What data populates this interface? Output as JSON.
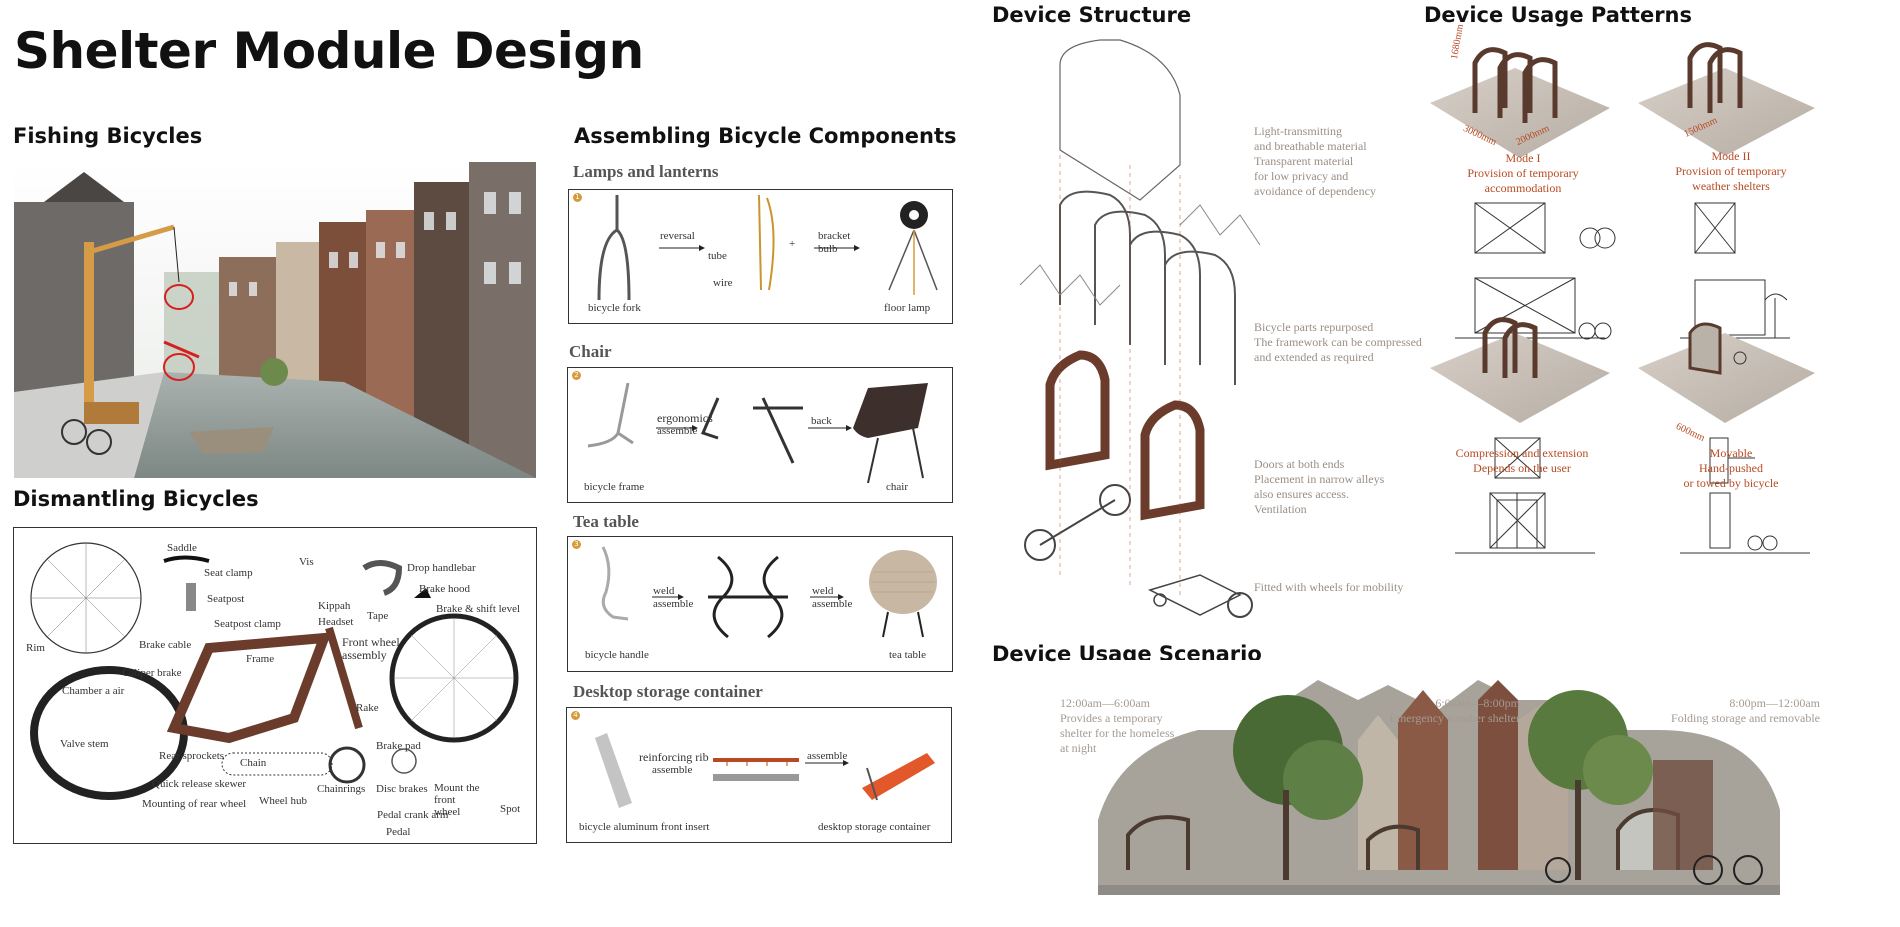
{
  "title": "Shelter Module Design",
  "sections": {
    "fishing": "Fishing Bicycles",
    "dismantling": "Dismantling Bicycles",
    "assembling": "Assembling Bicycle Components",
    "structure": "Device Structure",
    "usage": "Device Usage Patterns",
    "scenario": "Device Usage Scenario"
  },
  "dismantle_labels": {
    "saddle": "Saddle",
    "seat_clamp": "Seat clamp",
    "seatpost": "Seatpost",
    "seatpost_clamp": "Seatpost clamp",
    "vis": "Vis",
    "kippah": "Kippah",
    "headset": "Headset",
    "drop_handlebar": "Drop handlebar",
    "brake_hood": "Brake hood",
    "brake_shift": "Brake & shift level",
    "tape": "Tape",
    "front_wheel": "Front wheel assembly",
    "rim": "Rim",
    "brake_cable": "Brake cable",
    "frame": "Frame",
    "caliper_brake": "Caliper brake",
    "chamber": "Chamber a air",
    "valve": "Valve stem",
    "rake": "Rake",
    "rear_sprockets": "Rear sprockets",
    "chain": "Chain",
    "brake_pad": "Brake pad",
    "quick_release": "Quick release skewer",
    "chainrings": "Chainrings",
    "disc_brakes": "Disc brakes",
    "mount_front": "Mount the front wheel",
    "mount_rear": "Mounting of rear wheel",
    "wheel_hub": "Wheel hub",
    "pedal_crank": "Pedal crank arm",
    "pedal": "Pedal",
    "spot": "Spot"
  },
  "assembly": {
    "lamps": {
      "title": "Lamps and lanterns",
      "num": "1",
      "item": "bicycle fork",
      "step1": "reversal",
      "tube": "tube",
      "wire": "wire",
      "plus": "+",
      "step2a": "bracket",
      "step2b": "bulb",
      "result": "floor lamp"
    },
    "chair": {
      "title": "Chair",
      "num": "2",
      "item": "bicycle frame",
      "step1a": "ergonomics",
      "step1b": "assemble",
      "step2": "back",
      "result": "chair"
    },
    "table": {
      "title": "Tea table",
      "num": "3",
      "item": "bicycle handle",
      "step1a": "weld",
      "step1b": "assemble",
      "step2a": "weld",
      "step2b": "assemble",
      "result": "tea table"
    },
    "storage": {
      "title": "Desktop storage container",
      "num": "4",
      "item": "bicycle aluminum front insert",
      "step1a": "reinforcing rib",
      "step1b": "assemble",
      "step2": "assemble",
      "result": "desktop storage container"
    }
  },
  "structure_notes": {
    "n1": [
      "Light-transmitting",
      "and breathable material",
      "Transparent material",
      "for low privacy and",
      "avoidance of dependency"
    ],
    "n2": [
      "Bicycle parts repurposed",
      "The framework can be compressed",
      "and extended as required"
    ],
    "n3": [
      "Doors at both ends",
      "Placement in narrow alleys",
      "also ensures access.",
      "Ventilation"
    ],
    "n4": [
      "Fitted with wheels for mobility"
    ]
  },
  "usage": {
    "dims": {
      "h": "1680mm",
      "w": "3000mm",
      "d": "2000mm",
      "w2": "1500mm",
      "d2": "600mm"
    },
    "mode1": [
      "Mode I",
      "Provision of temporary",
      "accommodation"
    ],
    "mode2": [
      "Mode II",
      "Provision of temporary",
      "weather shelters"
    ],
    "mode3": [
      "Compression and extension",
      "Depends on the user"
    ],
    "mode4": [
      "Movable",
      "Hand-pushed",
      "or towed by bicycle"
    ]
  },
  "scenario": {
    "s1": [
      "12:00am—6:00am",
      "Provides a temporary",
      "shelter for the homeless",
      "at night"
    ],
    "s2": [
      "6:00am—8:00pm",
      "Emergency weather shelter"
    ],
    "s3": [
      "8:00pm—12:00am",
      "Folding storage and removable"
    ]
  },
  "colors": {
    "accent_red": "#b84a23",
    "note_gray": "#9a8f86",
    "wood": "#6b3c2c",
    "orange": "#e2582b"
  }
}
